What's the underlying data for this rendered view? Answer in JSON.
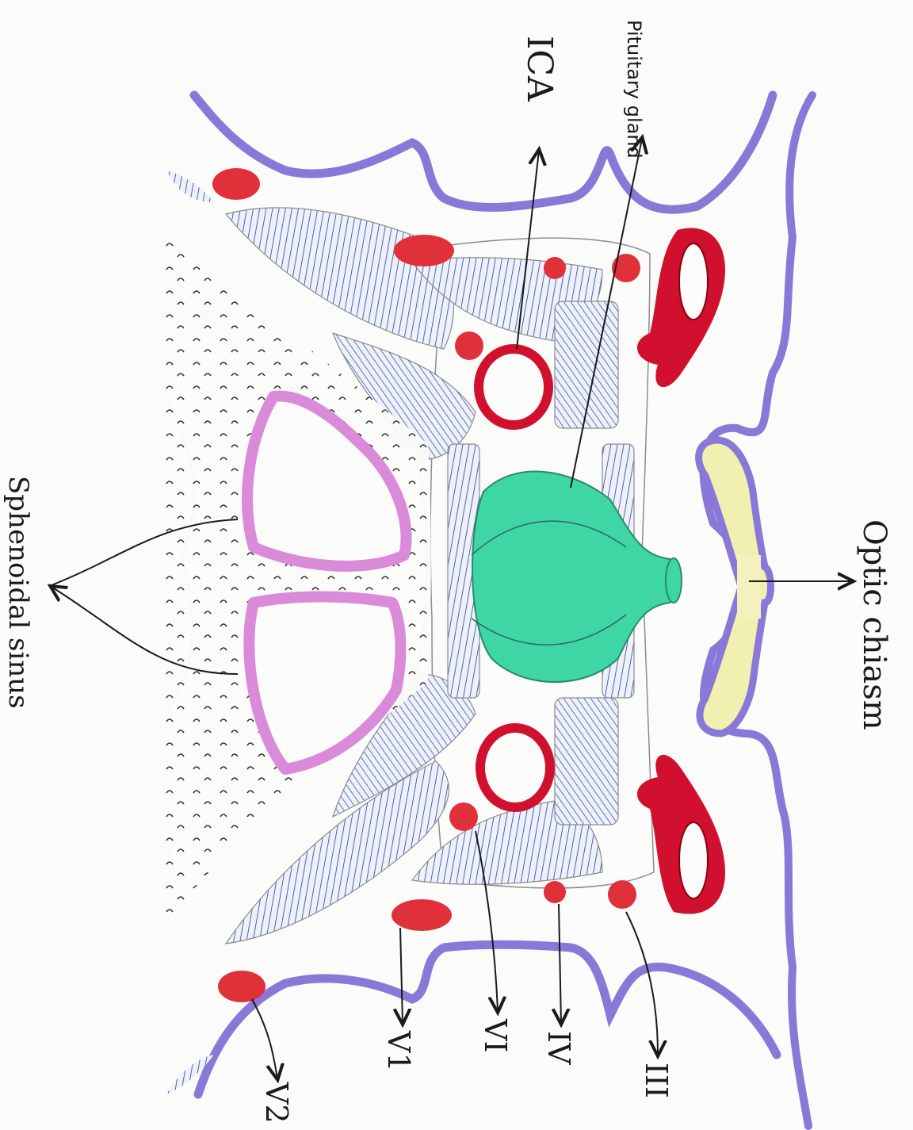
{
  "labels": {
    "pituitary_gland": "Pituitary gland",
    "ica": "ICA",
    "optic_chiasm": "Optic chiasm",
    "sphenoidal_sinus": "Sphenoidal sinus",
    "nerve_iii": "III",
    "nerve_iv": "IV",
    "nerve_vi": "VI",
    "nerve_v1": "V1",
    "nerve_v2": "V2"
  },
  "colors": {
    "dura_purple": "#8a78d8",
    "artery_red": "#d0102e",
    "nerve_red": "#e0303a",
    "pituitary_green": "#3fd6a6",
    "sinus_pink": "#d98ad8",
    "hatch_blue": "#2b3f9a",
    "chiasm_yellow": "#f2f0b0"
  }
}
